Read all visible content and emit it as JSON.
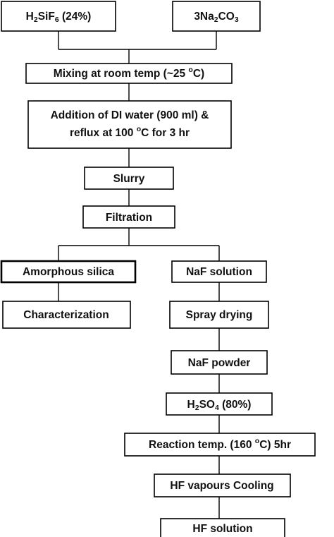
{
  "diagram": {
    "nodes": {
      "h2sif6": {
        "pre": "H",
        "sub1": "2",
        "mid": "SiF",
        "sub2": "6",
        "post": " (24%)"
      },
      "na2co3": {
        "pre": "3Na",
        "sub1": "2",
        "mid": "CO",
        "sub2": "3"
      },
      "mixing": {
        "pre": "Mixing at room temp (~25 ",
        "sup": "o",
        "post": "C)"
      },
      "addition": {
        "line1": "Addition of DI water (900 ml) &",
        "line2_pre": "reflux at 100 ",
        "line2_sup": "o",
        "line2_post": "C for 3 hr"
      },
      "slurry": {
        "label": "Slurry"
      },
      "filtration": {
        "label": "Filtration"
      },
      "amorphous_silica": {
        "label": "Amorphous silica"
      },
      "characterization": {
        "label": "Characterization"
      },
      "naf_solution": {
        "label": "NaF solution"
      },
      "spray_drying": {
        "label": "Spray drying"
      },
      "naf_powder": {
        "label": "NaF powder"
      },
      "h2so4": {
        "pre": "H",
        "sub1": "2",
        "mid": "SO",
        "sub2": "4",
        "post": " (80%)"
      },
      "reaction": {
        "pre": "Reaction temp. (160 ",
        "sup": "o",
        "post": "C) 5hr"
      },
      "hf_vapours": {
        "label": "HF vapours Cooling"
      },
      "hf_solution": {
        "label": "HF solution"
      }
    }
  }
}
